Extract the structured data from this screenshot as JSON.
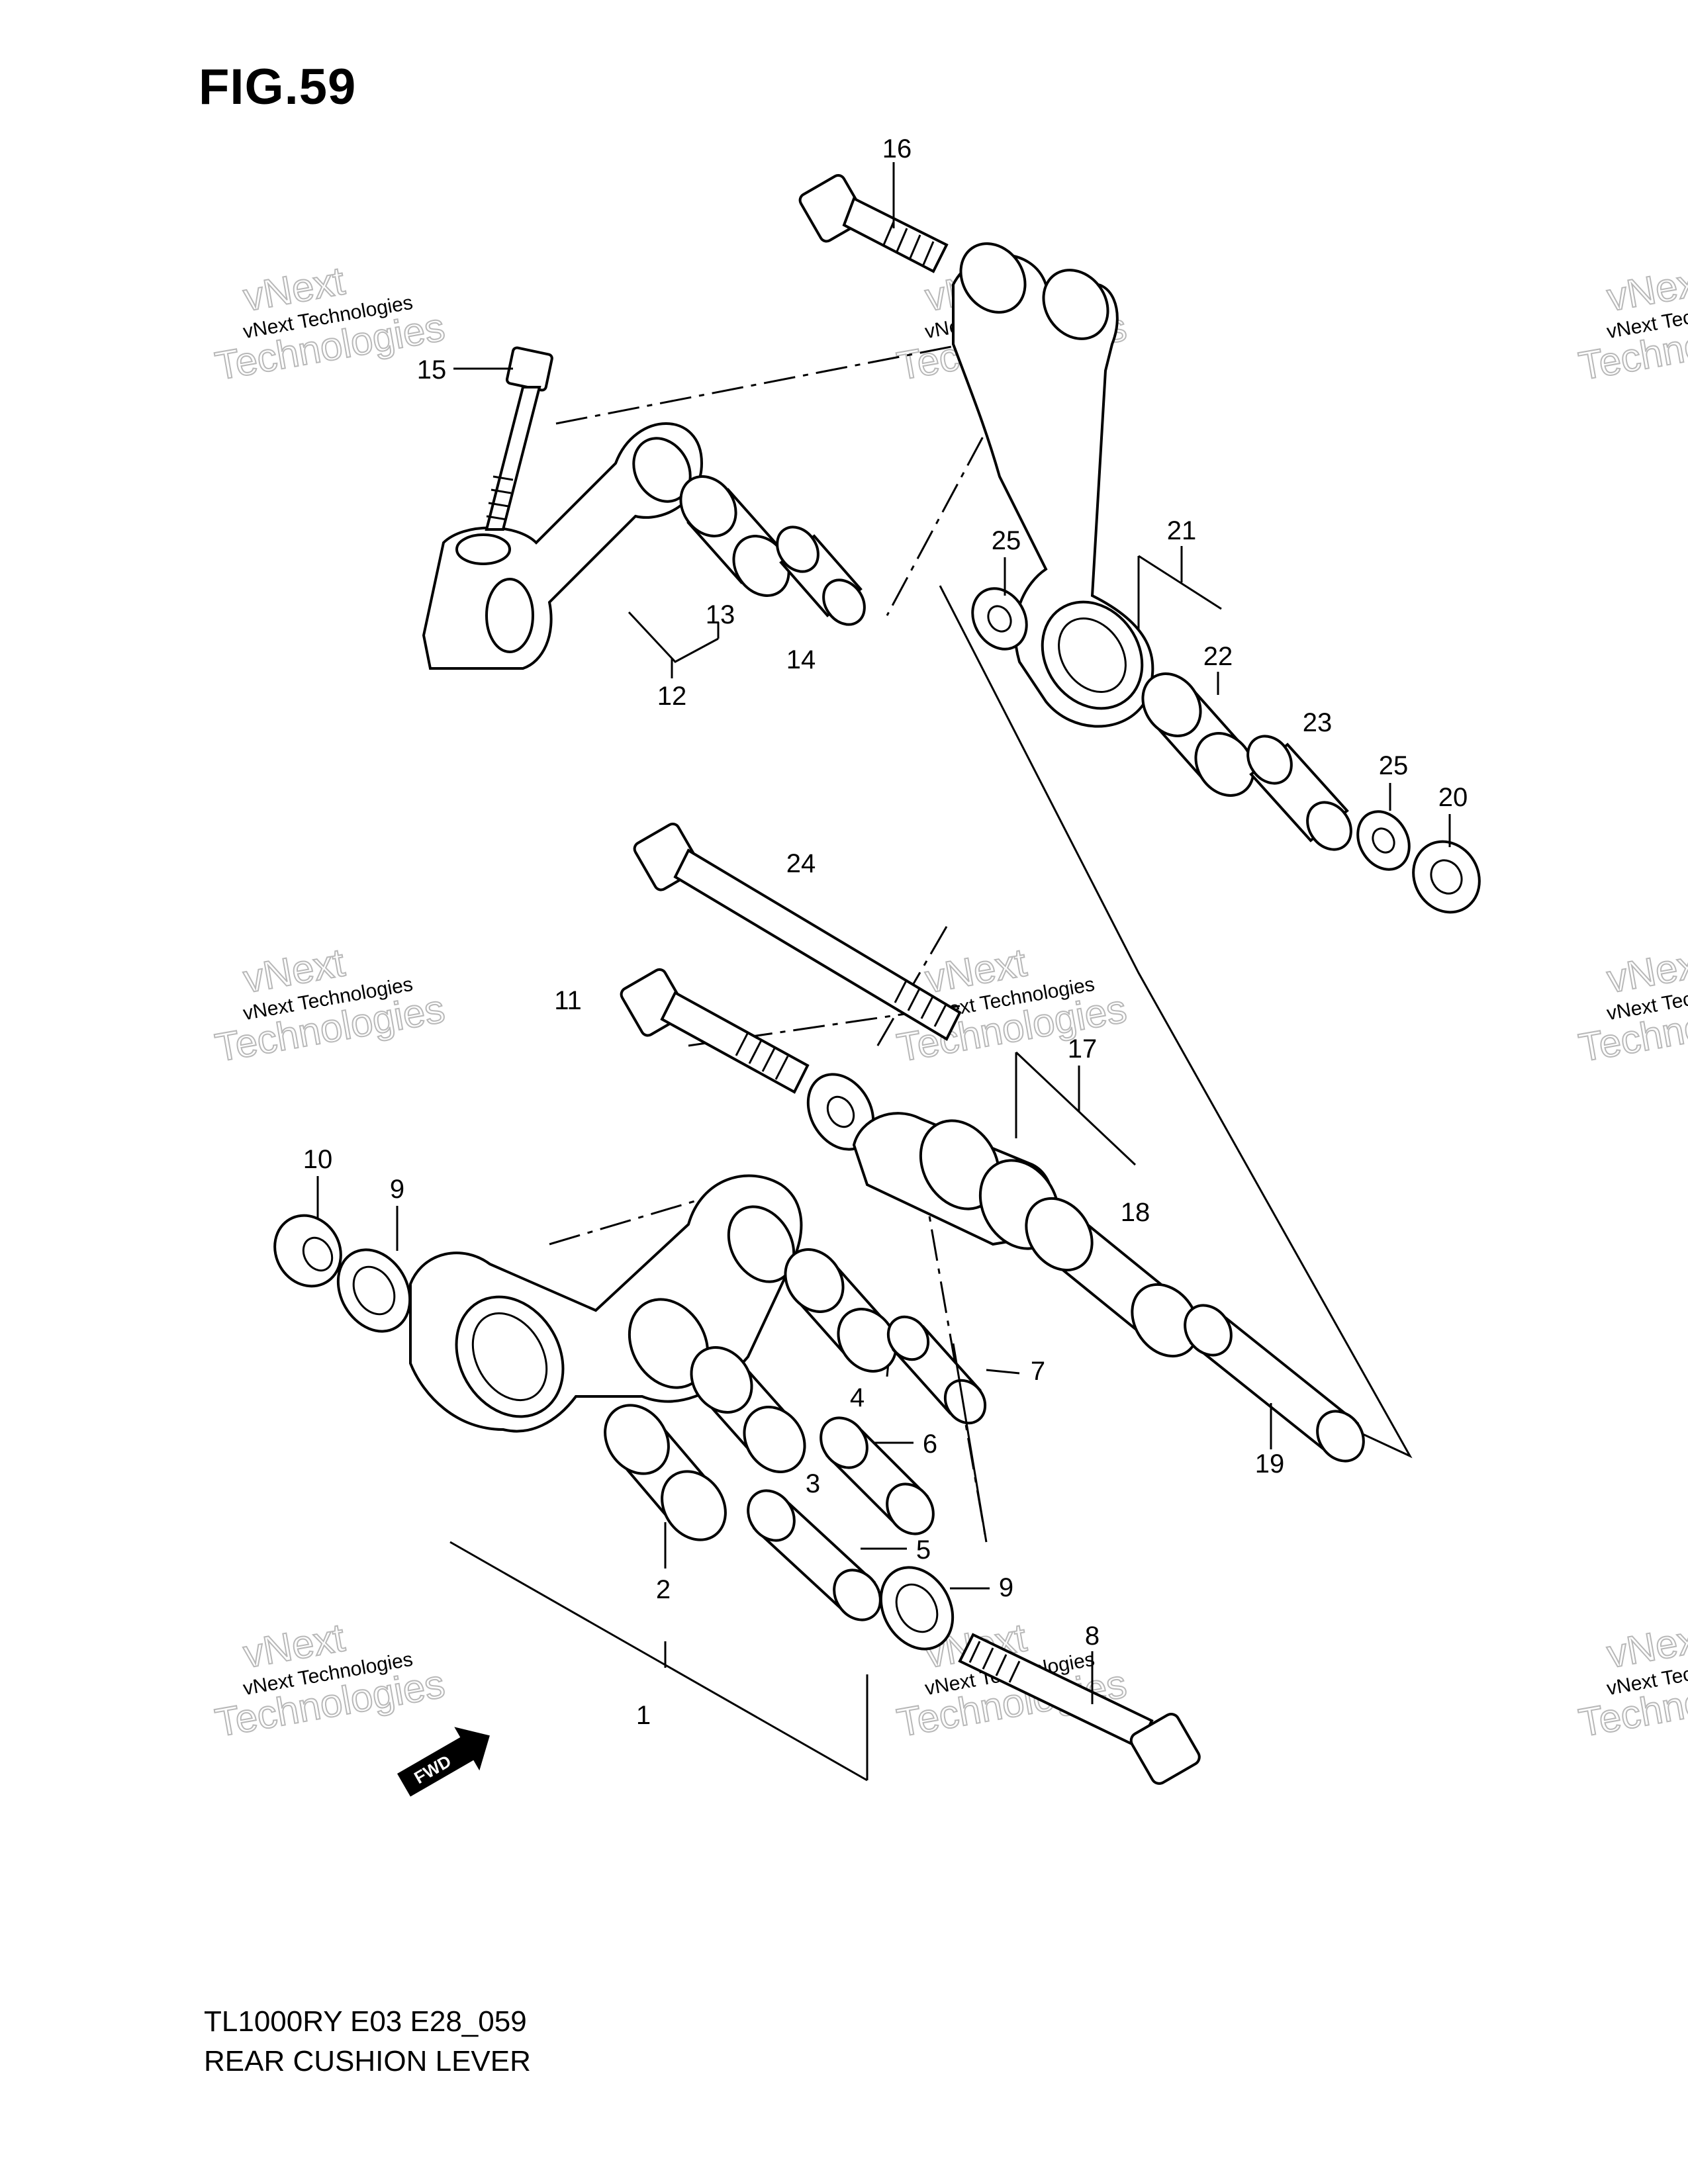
{
  "figure": {
    "title": "FIG.59"
  },
  "footer": {
    "model_code": "TL1000RY E03 E28_059",
    "caption": "REAR CUSHION LEVER"
  },
  "watermark": {
    "line1": "vNext Technologies",
    "line2": "vNext",
    "line3": "Technologies"
  },
  "callouts": {
    "p1": "1",
    "p2": "2",
    "p3": "3",
    "p4": "4",
    "p5": "5",
    "p6": "6",
    "p7": "7",
    "p8": "8",
    "p9a": "9",
    "p9b": "9",
    "p10": "10",
    "p11": "11",
    "p12": "12",
    "p13": "13",
    "p14": "14",
    "p15": "15",
    "p16": "16",
    "p17": "17",
    "p18": "18",
    "p19": "19",
    "p20": "20",
    "p21": "21",
    "p22": "22",
    "p23": "23",
    "p24": "24",
    "p25a": "25",
    "p25b": "25"
  },
  "fwd_label": "FWD"
}
